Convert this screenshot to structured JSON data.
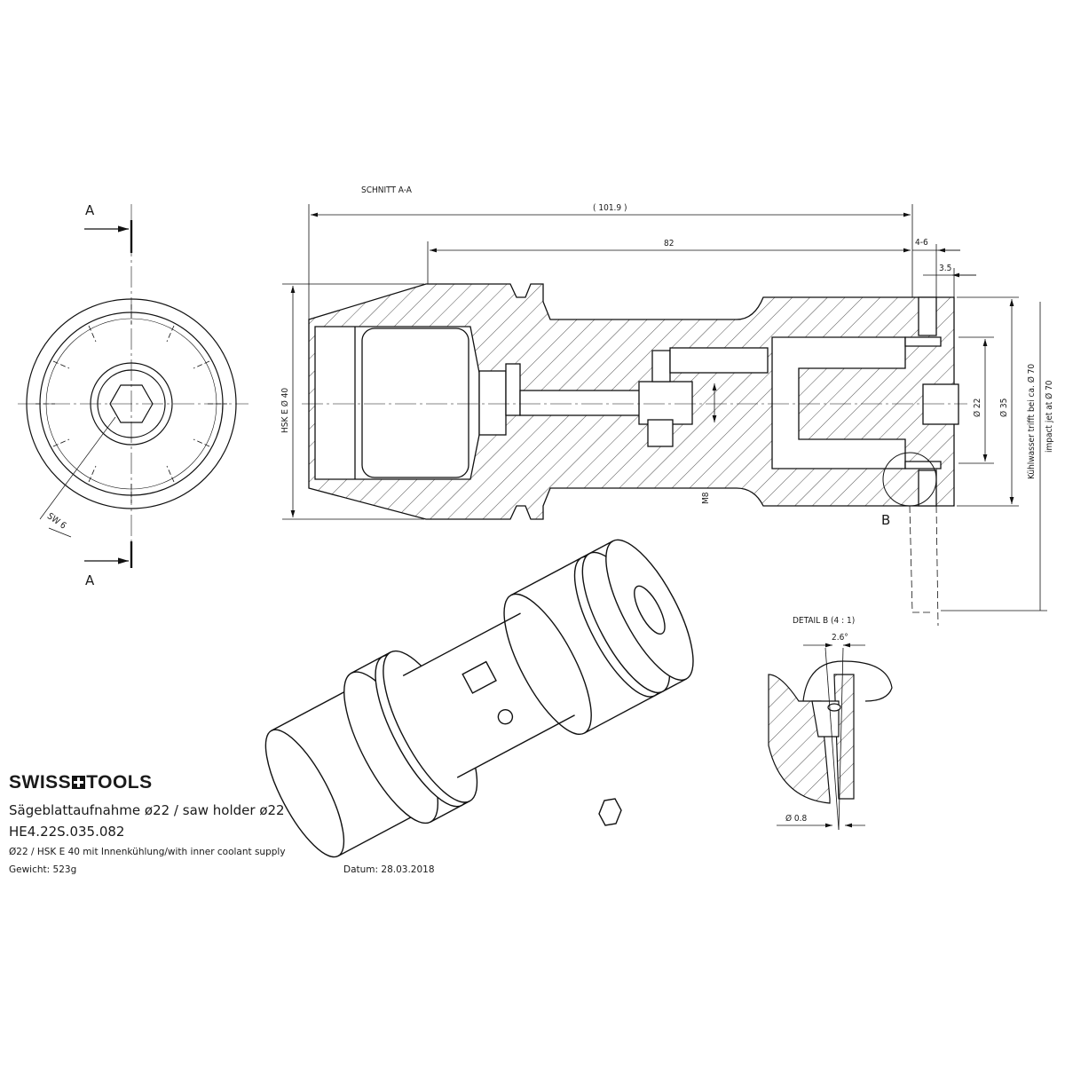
{
  "brand": {
    "name_left": "SWISS",
    "name_right": "TOOLS"
  },
  "title_block": {
    "title": "Sägeblattaufnahme ø22 / saw holder ø22",
    "part_number": "HE4.22S.035.082",
    "description": "Ø22 / HSK E 40 mit Innenkühlung/with inner coolant supply",
    "weight": "Gewicht: 523g",
    "date": "Datum: 28.03.2018"
  },
  "front_view": {
    "section_mark_top": "A",
    "section_mark_bottom": "A",
    "wrench_size": "SW 6"
  },
  "section_view": {
    "label": "SCHNITT A-A",
    "dim_total_length": "( 101.9 )",
    "dim_length": "82",
    "dim_gap": "4-6",
    "dim_flange": "3.5",
    "dim_shank": "HSK E Ø 40",
    "dim_thread": "M8",
    "dim_bore": "Ø 22",
    "dim_collar": "Ø 35",
    "coolant_de": "Kühlwasser trifft bei ca. Ø 70",
    "coolant_en": "impact jet at Ø 70",
    "detail_marker": "B"
  },
  "detail_view": {
    "label": "DETAIL B (4 : 1)",
    "angle": "2.6°",
    "nozzle": "Ø 0.8"
  }
}
